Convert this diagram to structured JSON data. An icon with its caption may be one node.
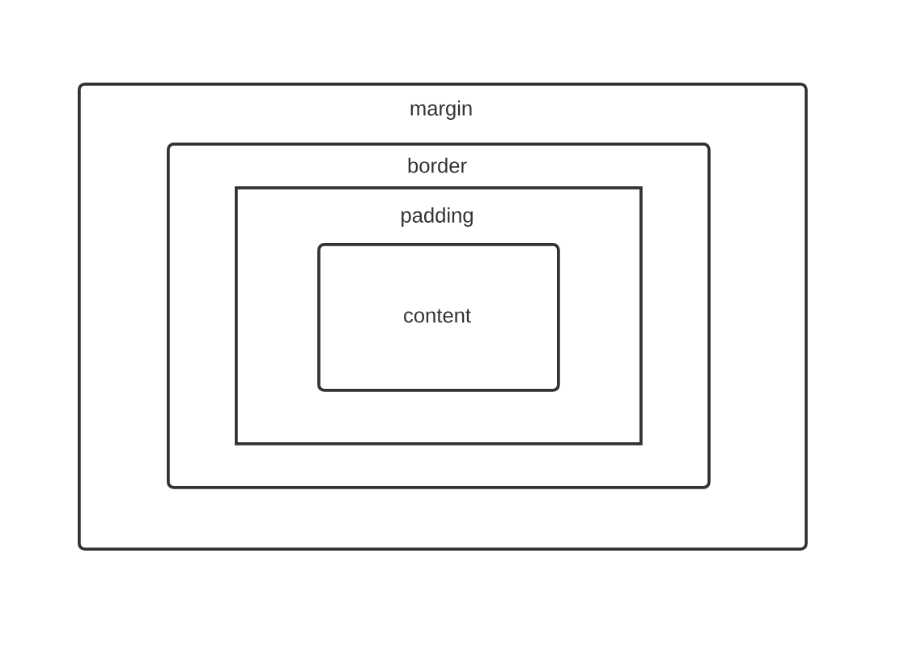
{
  "diagram": {
    "nodes": [
      {
        "text": [
          "margin"
        ]
      },
      {
        "text": [
          "border"
        ],
        "in": 0
      },
      {
        "text": [
          "padding"
        ],
        "in": 1
      },
      {
        "text": [
          "content"
        ],
        "in": 2
      }
    ]
  }
}
